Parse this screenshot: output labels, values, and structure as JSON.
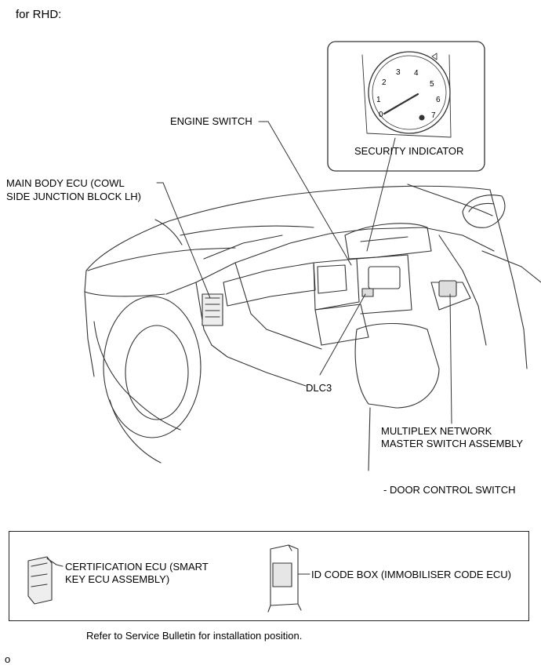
{
  "page": {
    "heading": "for RHD:",
    "footnote": "Refer to Service Bulletin for installation position.",
    "page_mark": "o"
  },
  "callouts": {
    "engine_switch": "ENGINE SWITCH",
    "security_indicator": "SECURITY INDICATOR",
    "main_body_ecu_l1": "MAIN BODY ECU (COWL",
    "main_body_ecu_l2": "SIDE JUNCTION BLOCK LH)",
    "dlc3": "DLC3",
    "multiplex_l1": "MULTIPLEX NETWORK",
    "multiplex_l2": "MASTER SWITCH ASSEMBLY",
    "door_control": "- DOOR CONTROL SWITCH"
  },
  "gauge": {
    "ticks": [
      "0",
      "1",
      "2",
      "3",
      "4",
      "5",
      "6",
      "7"
    ]
  },
  "legend": {
    "cert_ecu_l1": "CERTIFICATION ECU (SMART",
    "cert_ecu_l2": "KEY ECU ASSEMBLY)",
    "id_code_box": "ID CODE BOX (IMMOBILISER CODE ECU)"
  }
}
